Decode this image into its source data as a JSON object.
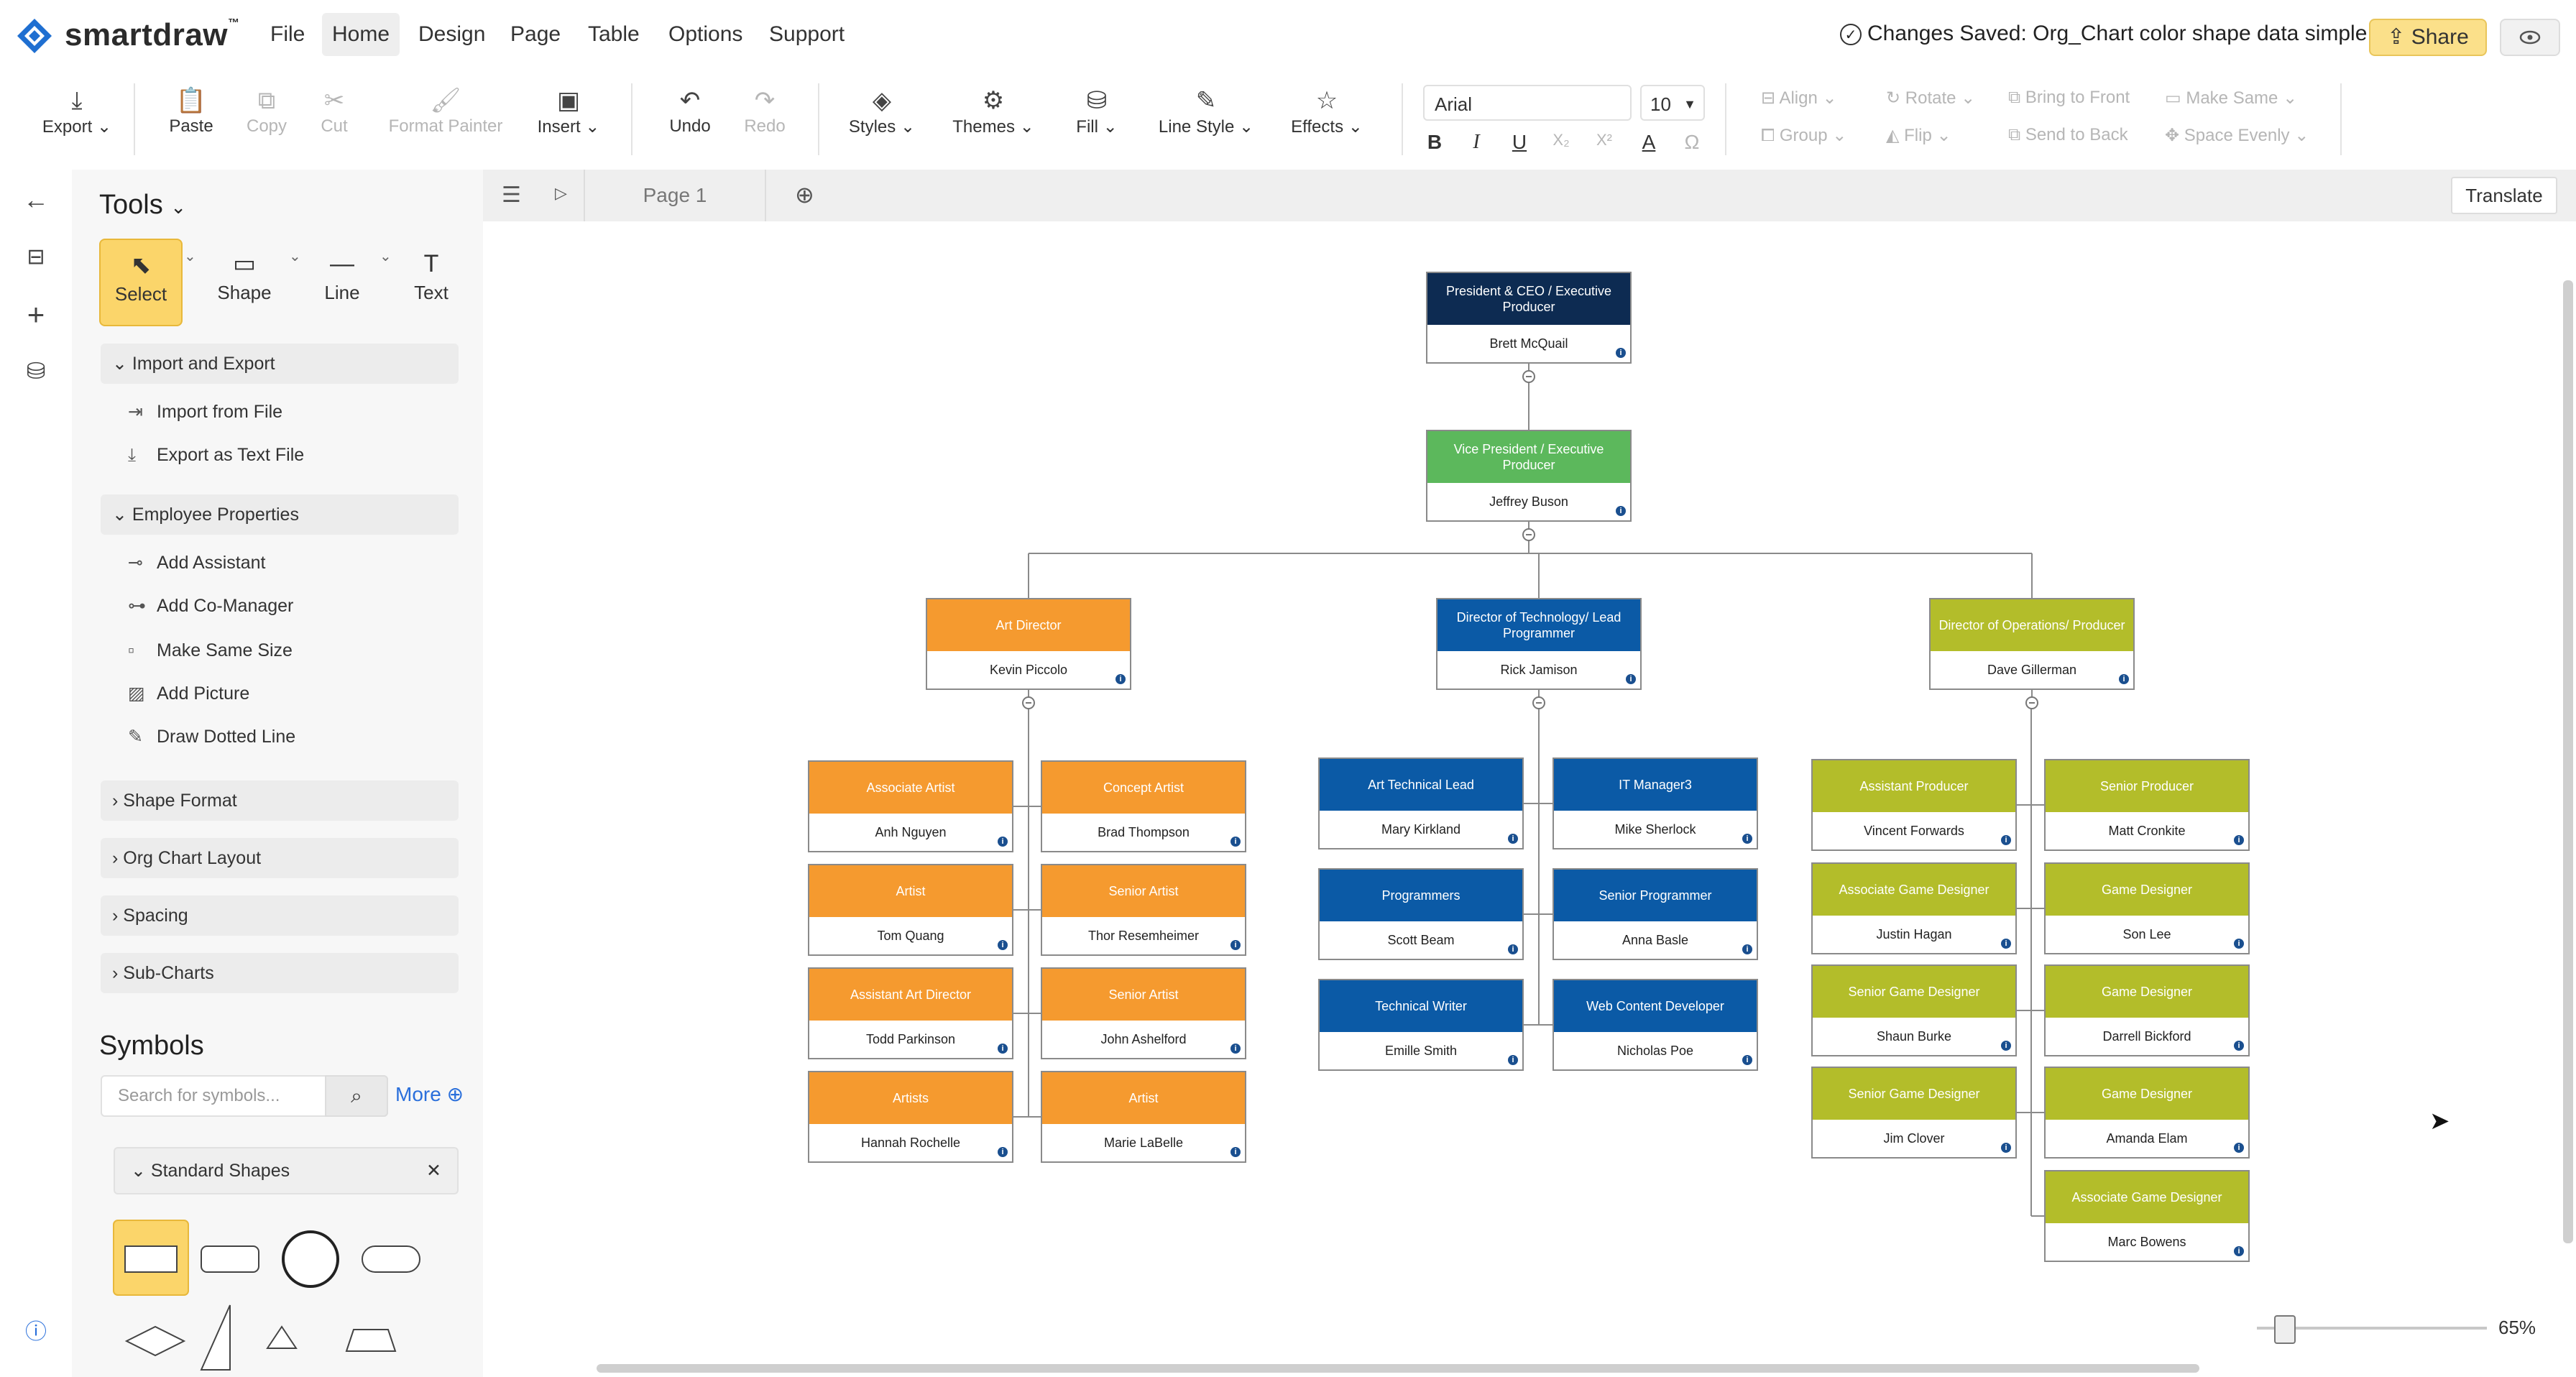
{
  "app": {
    "brand": "smartdraw",
    "menu": [
      "File",
      "Home",
      "Design",
      "Page",
      "Table",
      "Options",
      "Support"
    ],
    "active_menu": "Home",
    "saved_status": "Changes Saved: Org_Chart color shape data simple",
    "share_label": "Share"
  },
  "ribbon": {
    "export": "Export",
    "paste": "Paste",
    "copy": "Copy",
    "cut": "Cut",
    "format_painter": "Format Painter",
    "insert": "Insert",
    "undo": "Undo",
    "redo": "Redo",
    "styles": "Styles",
    "themes": "Themes",
    "fill": "Fill",
    "line_style": "Line Style",
    "effects": "Effects",
    "font": "Arial",
    "font_size": "10",
    "align": "Align",
    "rotate": "Rotate",
    "bring_to_front": "Bring to Front",
    "make_same": "Make Same",
    "group": "Group",
    "flip": "Flip",
    "send_to_back": "Send to Back",
    "space_evenly": "Space Evenly"
  },
  "tools": {
    "title": "Tools",
    "items": [
      "Select",
      "Shape",
      "Line",
      "Text"
    ],
    "sections": {
      "import_export": "Import and Export",
      "import_from_file": "Import from File",
      "export_text": "Export as Text File",
      "employee_properties": "Employee Properties",
      "add_assistant": "Add Assistant",
      "add_comanager": "Add Co-Manager",
      "make_same_size": "Make Same Size",
      "add_picture": "Add Picture",
      "draw_dotted_line": "Draw Dotted Line",
      "shape_format": "Shape Format",
      "org_chart_layout": "Org Chart Layout",
      "spacing": "Spacing",
      "sub_charts": "Sub-Charts"
    },
    "symbols_title": "Symbols",
    "search_placeholder": "Search for symbols...",
    "more": "More",
    "standard_shapes": "Standard Shapes"
  },
  "canvas": {
    "page_tab": "Page 1",
    "translate": "Translate",
    "zoom": "65%",
    "colors": {
      "navy": "#0d2b52",
      "green": "#5cb85c",
      "orange": "#f59a2f",
      "blue": "#0b5aa6",
      "olive": "#b3bd2a"
    }
  },
  "org": [
    {
      "id": "ceo",
      "title": "President & CEO / Executive Producer",
      "name": "Brett McQuail",
      "color": "navy"
    },
    {
      "id": "vp",
      "title": "Vice President / Executive Producer",
      "name": "Jeffrey Buson",
      "color": "green"
    },
    {
      "id": "d1",
      "title": "Art Director",
      "name": "Kevin Piccolo",
      "color": "orange"
    },
    {
      "id": "d2",
      "title": "Director of Technology/ Lead Programmer",
      "name": "Rick Jamison",
      "color": "blue"
    },
    {
      "id": "d3",
      "title": "Director of Operations/ Producer",
      "name": "Dave Gillerman",
      "color": "olive"
    },
    {
      "id": "a1",
      "title": "Associate Artist",
      "name": "Anh Nguyen",
      "color": "orange"
    },
    {
      "id": "a2",
      "title": "Concept Artist",
      "name": "Brad Thompson",
      "color": "orange"
    },
    {
      "id": "a3",
      "title": "Artist",
      "name": "Tom Quang",
      "color": "orange"
    },
    {
      "id": "a4",
      "title": "Senior Artist",
      "name": "Thor Resemheimer",
      "color": "orange"
    },
    {
      "id": "a5",
      "title": "Assistant Art Director",
      "name": "Todd Parkinson",
      "color": "orange"
    },
    {
      "id": "a6",
      "title": "Senior Artist",
      "name": "John Ashelford",
      "color": "orange"
    },
    {
      "id": "a7",
      "title": "Artists",
      "name": "Hannah Rochelle",
      "color": "orange"
    },
    {
      "id": "a8",
      "title": "Artist",
      "name": "Marie LaBelle",
      "color": "orange"
    },
    {
      "id": "t1",
      "title": "Art Technical Lead",
      "name": "Mary Kirkland",
      "color": "blue"
    },
    {
      "id": "t2",
      "title": "IT Manager3",
      "name": "Mike Sherlock",
      "color": "blue"
    },
    {
      "id": "t3",
      "title": "Programmers",
      "name": "Scott Beam",
      "color": "blue"
    },
    {
      "id": "t4",
      "title": "Senior Programmer",
      "name": "Anna Basle",
      "color": "blue"
    },
    {
      "id": "t5",
      "title": "Technical Writer",
      "name": "Emille Smith",
      "color": "blue"
    },
    {
      "id": "t6",
      "title": "Web Content Developer",
      "name": "Nicholas Poe",
      "color": "blue"
    },
    {
      "id": "o1",
      "title": "Assistant Producer",
      "name": "Vincent Forwards",
      "color": "olive"
    },
    {
      "id": "o2",
      "title": "Senior Producer",
      "name": "Matt Cronkite",
      "color": "olive"
    },
    {
      "id": "o3",
      "title": "Associate Game Designer",
      "name": "Justin Hagan",
      "color": "olive"
    },
    {
      "id": "o4",
      "title": "Game Designer",
      "name": "Son Lee",
      "color": "olive"
    },
    {
      "id": "o5",
      "title": "Senior Game Designer",
      "name": "Shaun Burke",
      "color": "olive"
    },
    {
      "id": "o6",
      "title": "Game Designer",
      "name": "Darrell Bickford",
      "color": "olive"
    },
    {
      "id": "o7",
      "title": "Senior Game Designer",
      "name": "Jim Clover",
      "color": "olive"
    },
    {
      "id": "o8",
      "title": "Game Designer",
      "name": "Amanda Elam",
      "color": "olive"
    },
    {
      "id": "o9",
      "title": "Associate Game Designer",
      "name": "Marc Bowens",
      "color": "olive"
    }
  ]
}
